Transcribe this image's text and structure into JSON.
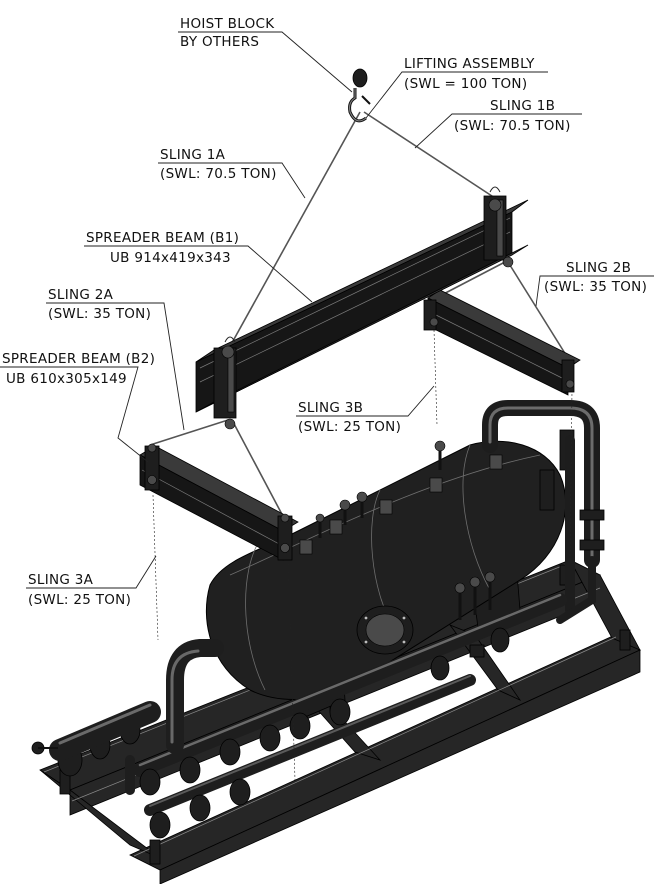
{
  "labels": {
    "hoist_block": [
      "HOIST BLOCK",
      "BY OTHERS"
    ],
    "lifting_assembly": [
      "LIFTING ASSEMBLY",
      "(SWL = 100 TON)"
    ],
    "sling_1b": [
      "SLING 1B",
      "(SWL: 70.5 TON)"
    ],
    "sling_1a": [
      "SLING 1A",
      "(SWL: 70.5 TON)"
    ],
    "spreader_beam_b1": [
      "SPREADER BEAM (B1)",
      "UB 914x419x343"
    ],
    "sling_2b": [
      "SLING 2B",
      "(SWL: 35 TON)"
    ],
    "sling_2a": [
      "SLING 2A",
      "(SWL: 35 TON)"
    ],
    "spreader_beam_b2": [
      "SPREADER BEAM (B2)",
      "UB 610x305x149"
    ],
    "sling_3b": [
      "SLING 3B",
      "(SWL: 25 TON)"
    ],
    "sling_3a": [
      "SLING 3A",
      "(SWL: 25 TON)"
    ]
  }
}
